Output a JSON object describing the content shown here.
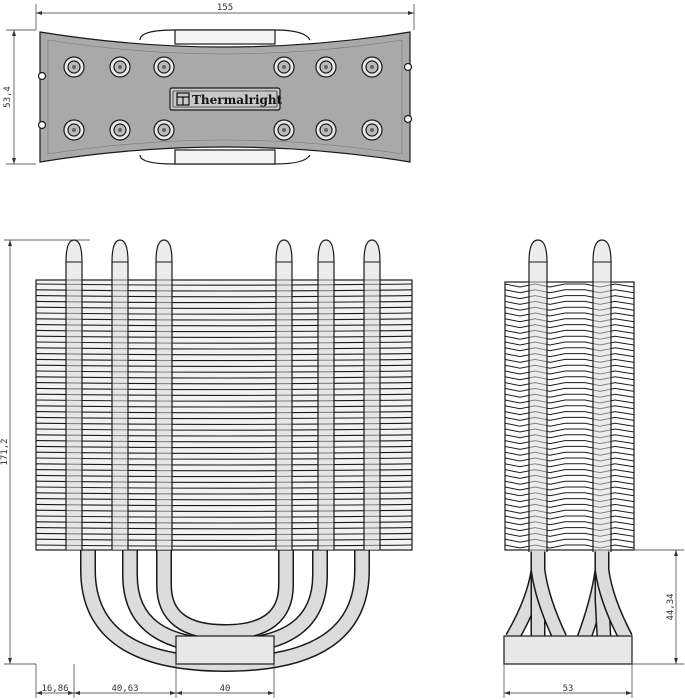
{
  "brand": {
    "label": "Thermalright"
  },
  "dimensions": {
    "top_width": "155",
    "top_height": "53,4",
    "front_height": "171,2",
    "base_offset": "16,86",
    "pipe_spacing": "40,63",
    "base_width": "40",
    "side_width": "53",
    "side_clearance": "44,34"
  },
  "colors": {
    "outline": "#1a1a1a",
    "plate": "#a9a9a9",
    "fin_light": "#e6e6e6",
    "pipe": "#dcdcdc",
    "dimension": "#333333"
  }
}
